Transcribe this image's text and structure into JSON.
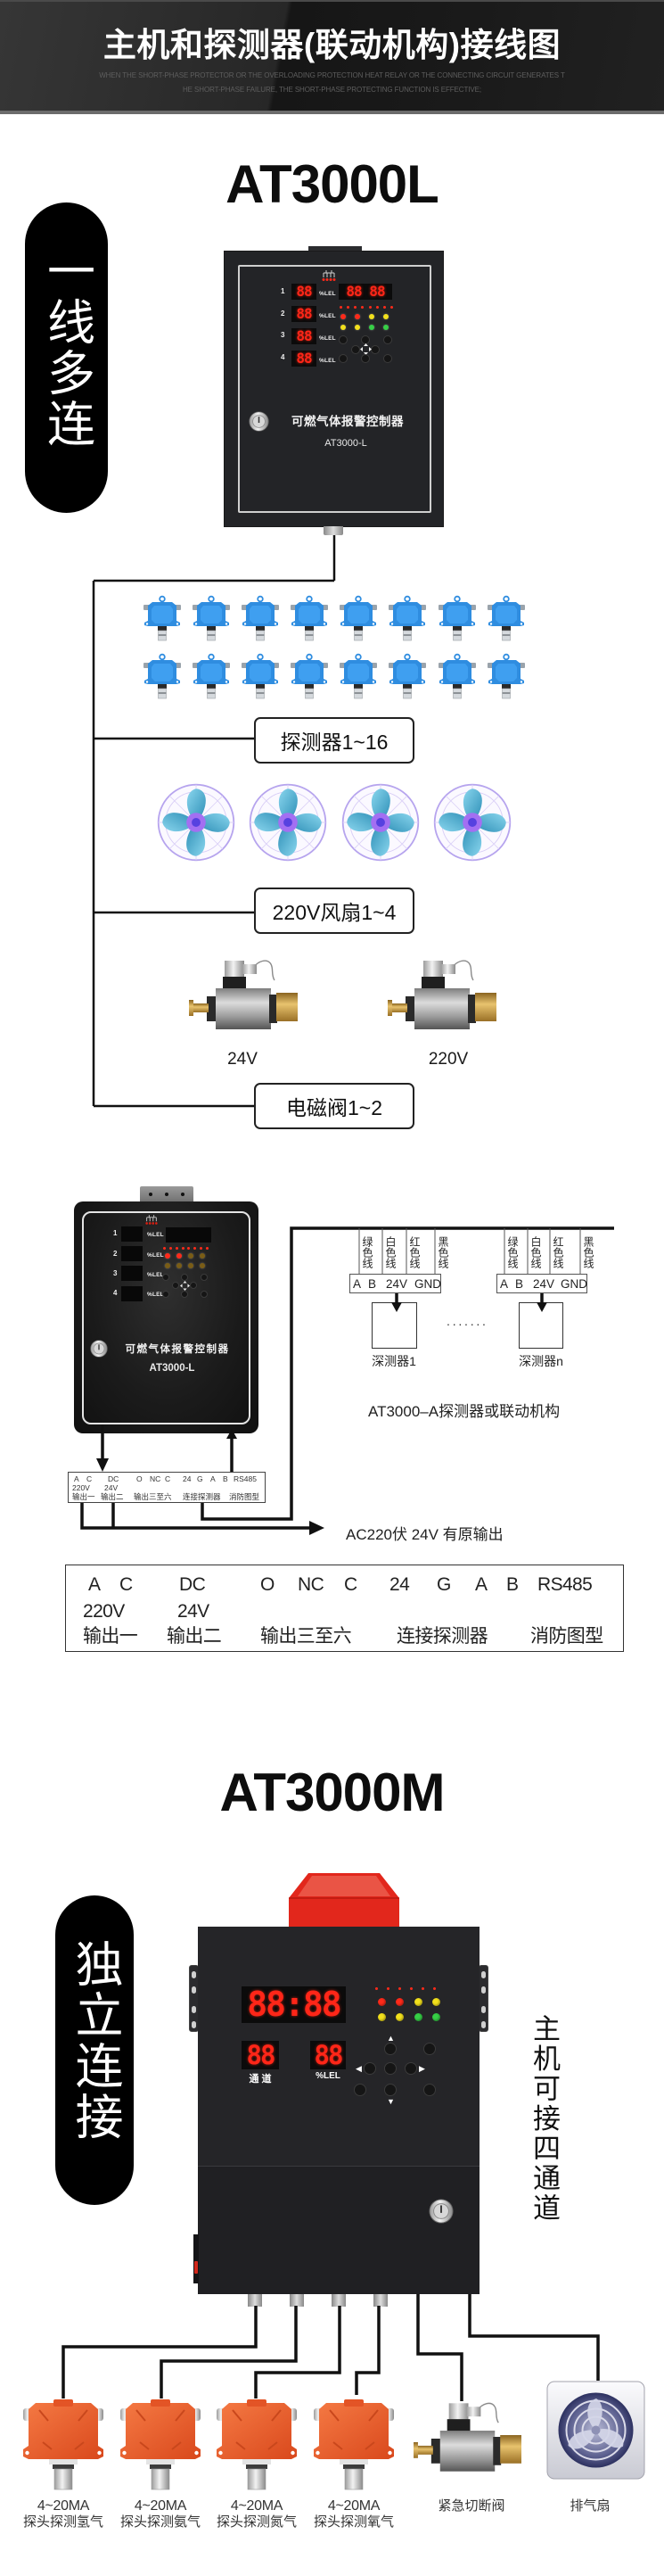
{
  "header": {
    "title": "主机和探测器(联动机构)接线图",
    "subtitle_lines": [
      "WHEN THE SHORT-PHASE PROTECTOR OR THE OVERLOADING PROTECTION HEAT RELAY OR THE CONNECTING CIRCUIT GENERATES T",
      "HE SHORT-PHASE FAILURE, THE SHORT-PHASE PROTECTING FUNCTION IS EFFECTIVE;"
    ]
  },
  "at3000l": {
    "title": "AT3000L",
    "pill": "一线多连",
    "controller": {
      "name": "可燃气体报警控制器",
      "model": "AT3000-L",
      "channels": [
        "1",
        "2",
        "3",
        "4"
      ],
      "channel_readout": "88",
      "unit": "%LEL",
      "main_readout": "88 88",
      "leds": [
        [
          "red",
          "red",
          "red",
          "red",
          "red",
          "red",
          "red",
          "red"
        ],
        [
          "red",
          "red",
          "yellow",
          "yellow"
        ],
        [
          "yellow",
          "yellow",
          "green",
          "green"
        ]
      ]
    },
    "detectors": {
      "label": "探测器1~16",
      "icon_count": 16
    },
    "fans": {
      "label": "220V风扇1~4",
      "icon_count": 4
    },
    "valves": {
      "label": "电磁阀1~2",
      "items": [
        "24V",
        "220V"
      ]
    }
  },
  "wiring": {
    "controller": {
      "name": "可燃气体报警控制器",
      "model": "AT3000-L",
      "channels": [
        "1",
        "2",
        "3",
        "4"
      ],
      "unit": "%LEL",
      "leds": [
        [
          "red",
          "red",
          "red",
          "red",
          "red",
          "red",
          "red",
          "red"
        ],
        [
          "red",
          "red",
          "amber",
          "amber"
        ],
        [
          "amber",
          "amber",
          "amber",
          "amber"
        ]
      ]
    },
    "terminal_strip": {
      "row1": [
        "A",
        "C",
        "DC",
        "O",
        "NC",
        "C",
        "24",
        "G",
        "A",
        "B",
        "RS485"
      ],
      "row2": [
        "220V",
        "24V"
      ],
      "row3": [
        "输出一",
        "输出二",
        "输出三至六",
        "连接探测器",
        "消防图型"
      ]
    },
    "bus_nodes": [
      {
        "wires": [
          "绿色线",
          "白色线",
          "红色线",
          "黑色线"
        ],
        "terminals": [
          "A",
          "B",
          "24V",
          "GND"
        ],
        "detector": "深测器1"
      },
      {
        "wires": [
          "绿色线",
          "白色线",
          "红色线",
          "黑色线"
        ],
        "terminals": [
          "A",
          "B",
          "24V",
          "GND"
        ],
        "detector": "深测器n"
      }
    ],
    "ellipsis": "·······",
    "bus_caption": "AT3000–A探测器或联动机构",
    "output_caption": "AC220伏 24V 有原输出"
  },
  "terminal_legend": {
    "row1": [
      "A",
      "C",
      "DC",
      "O",
      "NC",
      "C",
      "24",
      "G",
      "A",
      "B",
      "RS485"
    ],
    "row2": [
      "220V",
      "24V"
    ],
    "row3": [
      "输出一",
      "输出二",
      "输出三至六",
      "连接探测器",
      "消防图型"
    ]
  },
  "at3000m": {
    "title": "AT3000M",
    "pill": "独立连接",
    "side_note": "主机可接四通道",
    "controller": {
      "main_readout": "88:88",
      "channel_readout": "88",
      "channel_label": "通 道",
      "value_readout": "88",
      "unit": "%LEL",
      "leds": [
        [
          "red",
          "red",
          "red",
          "red",
          "red",
          "red"
        ],
        [
          "red",
          "red",
          "yellow",
          "yellow"
        ],
        [
          "yellow",
          "yellow",
          "green",
          "green"
        ]
      ]
    },
    "probes": [
      {
        "signal": "4~20MA",
        "label": "探头探测氢气"
      },
      {
        "signal": "4~20MA",
        "label": "探头探测氨气"
      },
      {
        "signal": "4~20MA",
        "label": "探头探测氮气"
      },
      {
        "signal": "4~20MA",
        "label": "探头探测氧气"
      }
    ],
    "actuators": {
      "valve": "紧急切断阀",
      "fan": "排气扇"
    }
  },
  "colors": {
    "detector_blue": "#2f8de0",
    "probe_orange": "#e95e2c",
    "beacon_red": "#e2271c",
    "led": {
      "red": "#ff2a1a",
      "yellow": "#f2e01c",
      "green": "#36cf46",
      "amber": "#7a5d16"
    }
  }
}
